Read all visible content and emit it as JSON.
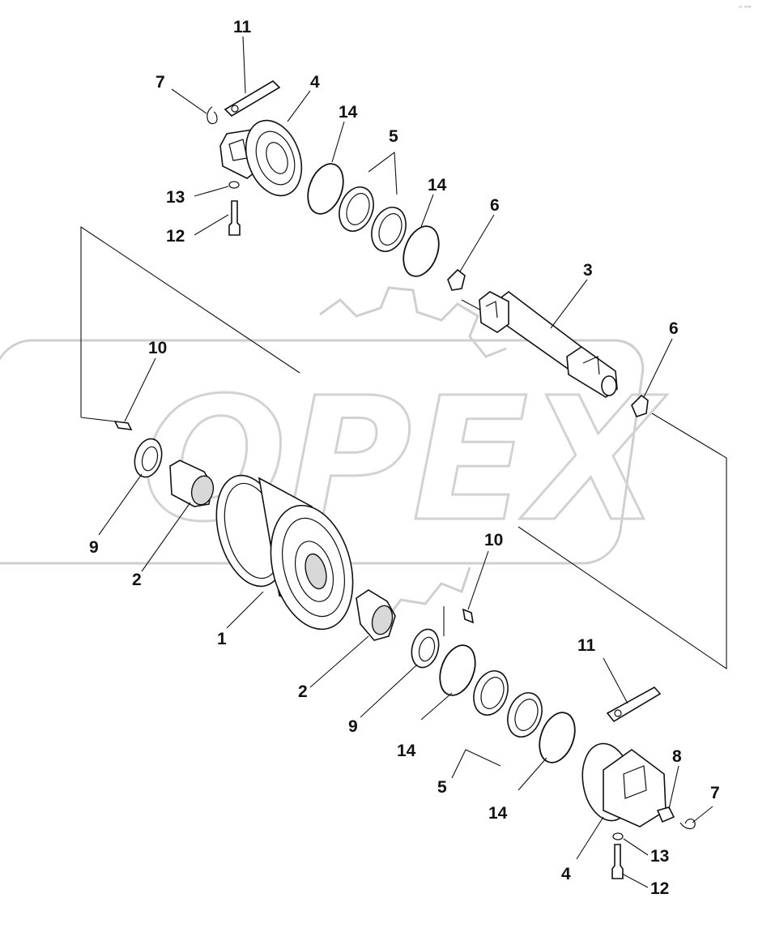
{
  "watermark": {
    "text": "OPEX"
  },
  "corner_mark": "ᵃᵗ ᵂᵂ",
  "callouts": {
    "c11a": "11",
    "c7a": "7",
    "c4a": "4",
    "c14a": "14",
    "c5a": "5",
    "c14b": "14",
    "c13a": "13",
    "c12a": "12",
    "c6a": "6",
    "c3": "3",
    "c6b": "6",
    "c10a": "10",
    "c9a": "9",
    "c2a": "2",
    "c1": "1",
    "c10b": "10",
    "c2b": "2",
    "c9b": "9",
    "c11b": "11",
    "c14c": "14",
    "c5b": "5",
    "c14d": "14",
    "c8": "8",
    "c7b": "7",
    "c13b": "13",
    "c4b": "4",
    "c12b": "12"
  }
}
